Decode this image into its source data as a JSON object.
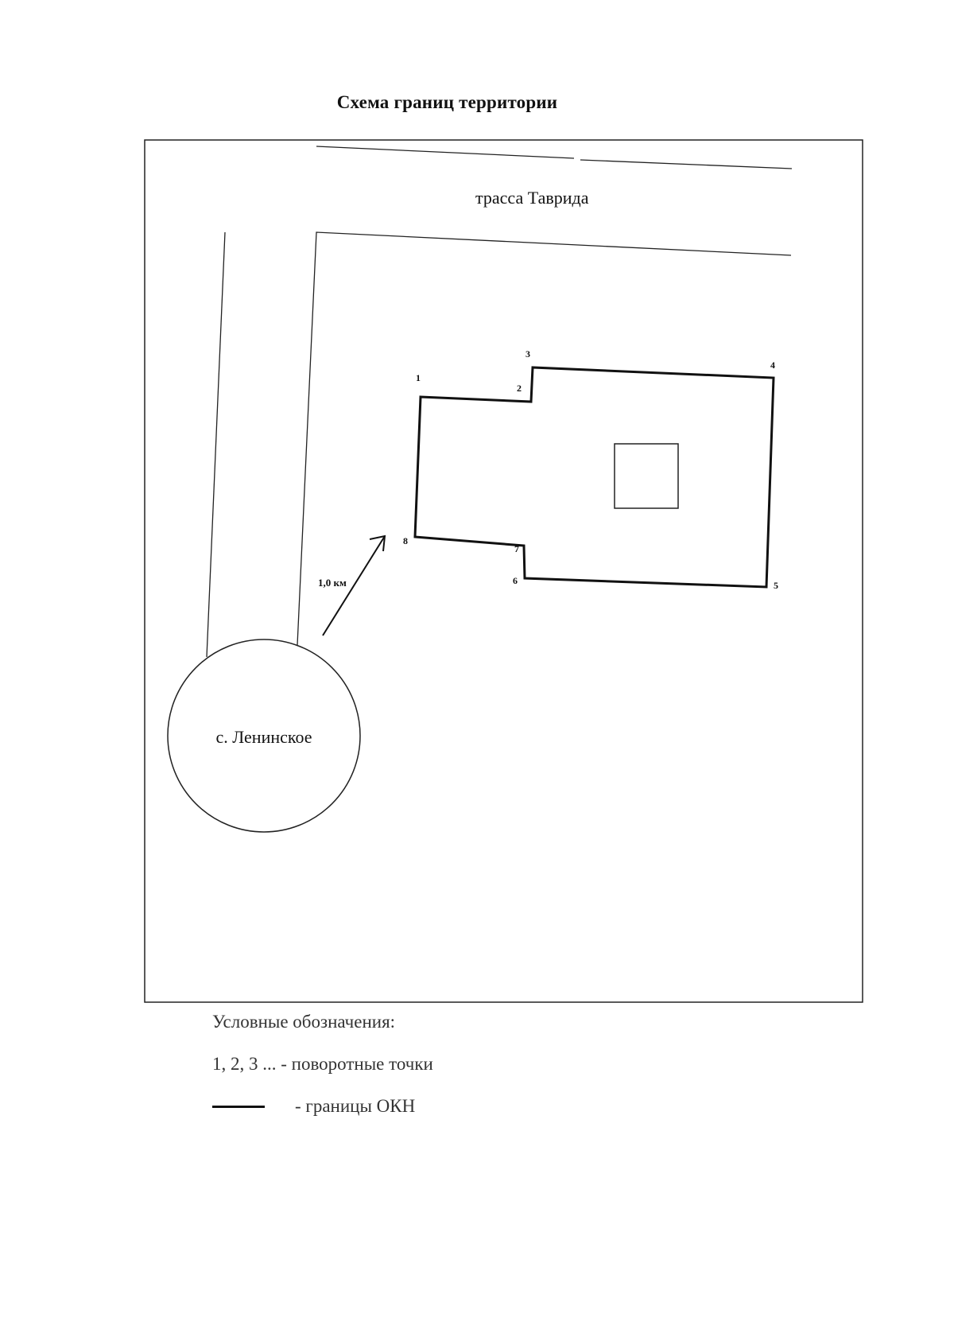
{
  "title": "Схема границ территории",
  "map": {
    "road_label": "трасса Таврида",
    "settlement_label": "с. Ленинское",
    "distance_label": "1,0 км",
    "points": [
      "1",
      "2",
      "3",
      "4",
      "5",
      "6",
      "7",
      "8"
    ]
  },
  "legend": {
    "heading": "Условные обозначения:",
    "points_item": "1, 2, 3 ... - поворотные точки",
    "border_item": "- границы ОКН"
  }
}
